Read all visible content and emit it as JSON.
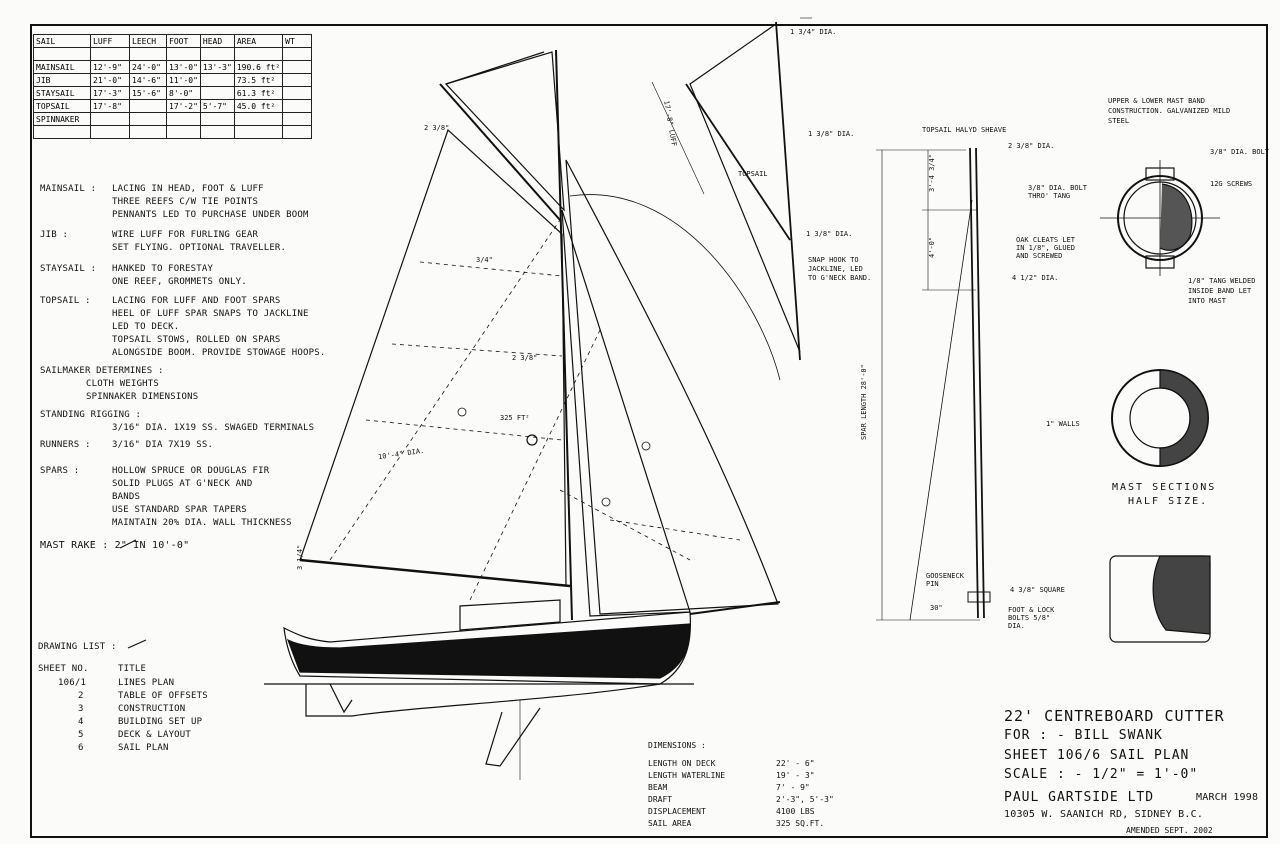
{
  "sail_table": {
    "headers": [
      "SAIL",
      "LUFF",
      "LEECH",
      "FOOT",
      "HEAD",
      "AREA",
      "WT"
    ],
    "rows": [
      [
        "MAINSAIL",
        "12'-9\"",
        "24'-0\"",
        "13'-0\"",
        "13'-3\"",
        "190.6 ft²",
        ""
      ],
      [
        "JIB",
        "21'-0\"",
        "14'-6\"",
        "11'-0\"",
        "",
        "73.5 ft²",
        ""
      ],
      [
        "STAYSAIL",
        "17'-3\"",
        "15'-6\"",
        "8'-0\"",
        "",
        "61.3 ft²",
        ""
      ],
      [
        "TOPSAIL",
        "17'-8\"",
        "",
        "17'-2\"",
        "5'-7\"",
        "45.0 ft²",
        ""
      ],
      [
        "SPINNAKER",
        "",
        "",
        "",
        "",
        "",
        ""
      ]
    ]
  },
  "notes": [
    {
      "label": "MAINSAIL :",
      "lines": [
        "LACING IN HEAD, FOOT & LUFF",
        "THREE REEFS C/W TIE POINTS",
        "PENNANTS LED TO PURCHASE UNDER BOOM"
      ]
    },
    {
      "label": "JIB :",
      "lines": [
        "WIRE LUFF FOR FURLING GEAR",
        "SET FLYING. OPTIONAL TRAVELLER."
      ]
    },
    {
      "label": "STAYSAIL :",
      "lines": [
        "HANKED TO FORESTAY",
        "ONE REEF, GROMMETS ONLY."
      ]
    },
    {
      "label": "TOPSAIL :",
      "lines": [
        "LACING FOR LUFF AND FOOT SPARS",
        "HEEL OF LUFF SPAR SNAPS TO JACKLINE",
        "LED TO DECK.",
        "TOPSAIL STOWS, ROLLED ON SPARS",
        "ALONGSIDE BOOM. PROVIDE STOWAGE HOOPS."
      ]
    },
    {
      "label": "SAILMAKER DETERMINES :",
      "lines": [
        "CLOTH WEIGHTS",
        "SPINNAKER DIMENSIONS"
      ]
    },
    {
      "label": "STANDING RIGGING :",
      "lines": [
        "3/16\" DIA. 1X19 SS. SWAGED TERMINALS"
      ]
    },
    {
      "label": "RUNNERS :",
      "lines": [
        "3/16\" DIA 7X19 SS."
      ]
    },
    {
      "label": "SPARS :",
      "lines": [
        "HOLLOW SPRUCE OR DOUGLAS FIR",
        "SOLID PLUGS AT G'NECK AND",
        "BANDS",
        "USE STANDARD SPAR TAPERS",
        "MAINTAIN 20% DIA. WALL THICKNESS"
      ]
    }
  ],
  "mast_rake": "MAST RAKE : 2\" IN 10'-0\"",
  "drawing_list": {
    "title": "DRAWING LIST :",
    "col1": "SHEET NO.",
    "col2": "TITLE",
    "items": [
      {
        "no": "106/1",
        "title": "LINES PLAN"
      },
      {
        "no": "2",
        "title": "TABLE OF OFFSETS"
      },
      {
        "no": "3",
        "title": "CONSTRUCTION"
      },
      {
        "no": "4",
        "title": "BUILDING SET UP"
      },
      {
        "no": "5",
        "title": "DECK & LAYOUT"
      },
      {
        "no": "6",
        "title": "SAIL PLAN"
      }
    ]
  },
  "dimensions": {
    "title": "DIMENSIONS :",
    "items": [
      {
        "label": "LENGTH ON DECK",
        "value": "22' - 6\""
      },
      {
        "label": "LENGTH WATERLINE",
        "value": "19' - 3\""
      },
      {
        "label": "BEAM",
        "value": "7' - 9\""
      },
      {
        "label": "DRAFT",
        "value": "2'-3\", 5'-3\""
      },
      {
        "label": "DISPLACEMENT",
        "value": "4100 lbs"
      },
      {
        "label": "SAIL AREA",
        "value": "325 SQ.FT."
      }
    ]
  },
  "title_block": {
    "name": "22' CENTREBOARD CUTTER",
    "for": "FOR : - BILL SWANK",
    "sheet": "SHEET 106/6 SAIL PLAN",
    "scale": "SCALE : - 1/2\" = 1'-0\"",
    "designer": "PAUL GARTSIDE LTD",
    "date": "MARCH 1998",
    "address": "10305 W. SAANICH RD, SIDNEY B.C.",
    "amended": "AMENDED SEPT. 2002"
  },
  "mast_detail": {
    "top_note": "TOPSAIL HALYD SHEAVE",
    "dia_top": "2 3/8\" DIA.",
    "bolt_note": "3/8\" DIA. BOLT THRO' TANG",
    "cleats_note": "OAK CLEATS LET IN 1/8\", GLUED AND SCREWED",
    "dia_mid": "4 1/2\" DIA.",
    "spar_length": "SPAR LENGTH 28'-0\"",
    "gooseneck": "GOOSENECK PIN",
    "square": "4 3/8\" SQUARE",
    "foot_note": "FOOT & LOCK BOLTS 5/8\" DIA.",
    "dim1": "3'-4 3/4\"",
    "dim2": "4'-0\"",
    "dim3": "30\""
  },
  "sections": {
    "note_title": "UPPER & LOWER MAST BAND CONSTRUCTION. GALVANIZED MILD STEEL",
    "bolt": "3/8\" DIA. BOLT",
    "screws": "12g SCREWS",
    "tang": "1/8\" TANG WELDED INSIDE BAND LET INTO MAST",
    "walls": "1\" WALLS",
    "caption1": "MAST SECTIONS",
    "caption2": "HALF SIZE."
  },
  "topsail": {
    "label": "TOPSAIL",
    "dia1": "1 3/4\" DIA.",
    "dia2": "1 3/8\" DIA.",
    "luff": "17'-8\" LUFF",
    "snap": "SNAP HOOK TO JACKLINE, LED TO G'NECK BAND."
  },
  "sailplan_labels": {
    "area": "325 ft²",
    "boom_len": "10'-4\" DIA.",
    "d1": "2 3/8\"",
    "d2": "2 3/8\"",
    "d3": "3 1/4\"",
    "d4": "3/4\""
  }
}
